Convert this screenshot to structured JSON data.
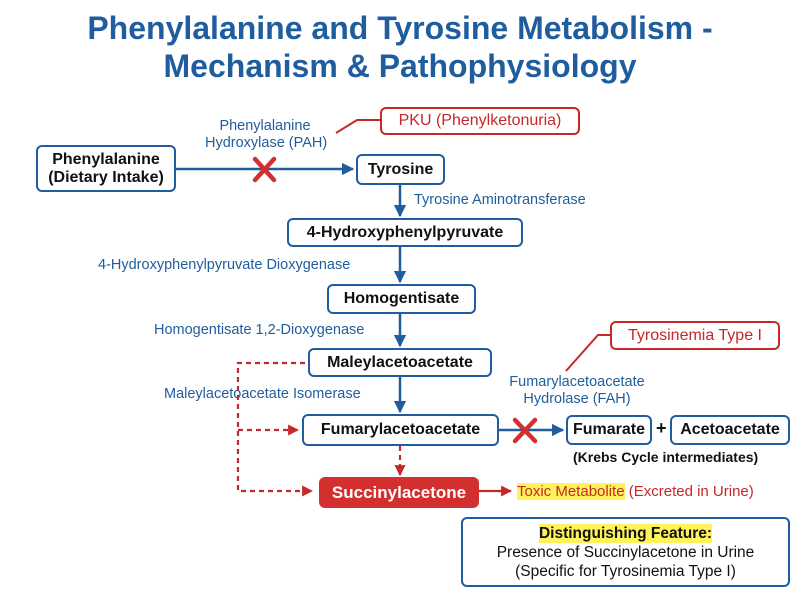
{
  "title": {
    "line1": "Phenylalanine and Tyrosine Metabolism -",
    "line2": "Mechanism & Pathophysiology"
  },
  "nodes": {
    "phenylalanine_line1": "Phenylalanine",
    "phenylalanine_line2": "(Dietary Intake)",
    "tyrosine": "Tyrosine",
    "hydroxyphenylpyruvate": "4-Hydroxyphenylpyruvate",
    "homogentisate": "Homogentisate",
    "maleylacetoacetate": "Maleylacetoacetate",
    "fumarylacetoacetate": "Fumarylacetoacetate",
    "fumarate": "Fumarate",
    "acetoacetate": "Acetoacetate",
    "succinylacetone": "Succinylacetone"
  },
  "enzymes": {
    "pah_line1": "Phenylalanine",
    "pah_line2": "Hydroxylase (PAH)",
    "tyrosine_aminotransferase": "Tyrosine Aminotransferase",
    "hppd": "4-Hydroxyphenylpyruvate Dioxygenase",
    "hgd": "Homogentisate 1,2-Dioxygenase",
    "mai": "Maleylacetoacetate Isomerase",
    "fah_line1": "Fumarylacetoacetate",
    "fah_line2": "Hydrolase (FAH)"
  },
  "diseases": {
    "pku": "PKU (Phenylketonuria)",
    "tyrosinemia": "Tyrosinemia Type I"
  },
  "notes": {
    "plus": "+",
    "krebs": "(Krebs Cycle intermediates)",
    "toxic": "Toxic Metabolite",
    "excreted": " (Excreted in Urine)",
    "feature_title": "Distinguishing Feature:",
    "feature_line1": "Presence of Succinylacetone in Urine",
    "feature_line2": "(Specific for Tyrosinemia Type I)"
  },
  "colors": {
    "blue": "#1f5d9e",
    "red": "#c62828",
    "highlight": "#fff25a"
  },
  "icons": {
    "block_mark": "x-mark-icon"
  }
}
